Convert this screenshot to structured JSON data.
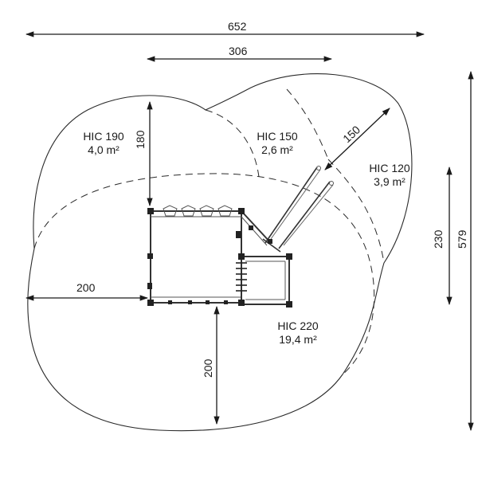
{
  "dimensions": {
    "total_width": "652",
    "inner_width": "306",
    "top_offset": "180",
    "diagonal": "150",
    "right_inner_height": "230",
    "total_height": "579",
    "left_offset": "200",
    "bottom_offset": "200"
  },
  "zones": [
    {
      "hic": "HIC 190",
      "area": "4,0 m²"
    },
    {
      "hic": "HIC 150",
      "area": "2,6 m²"
    },
    {
      "hic": "HIC 120",
      "area": "3,9 m²"
    },
    {
      "hic": "HIC 220",
      "area": "19,4 m²"
    }
  ]
}
